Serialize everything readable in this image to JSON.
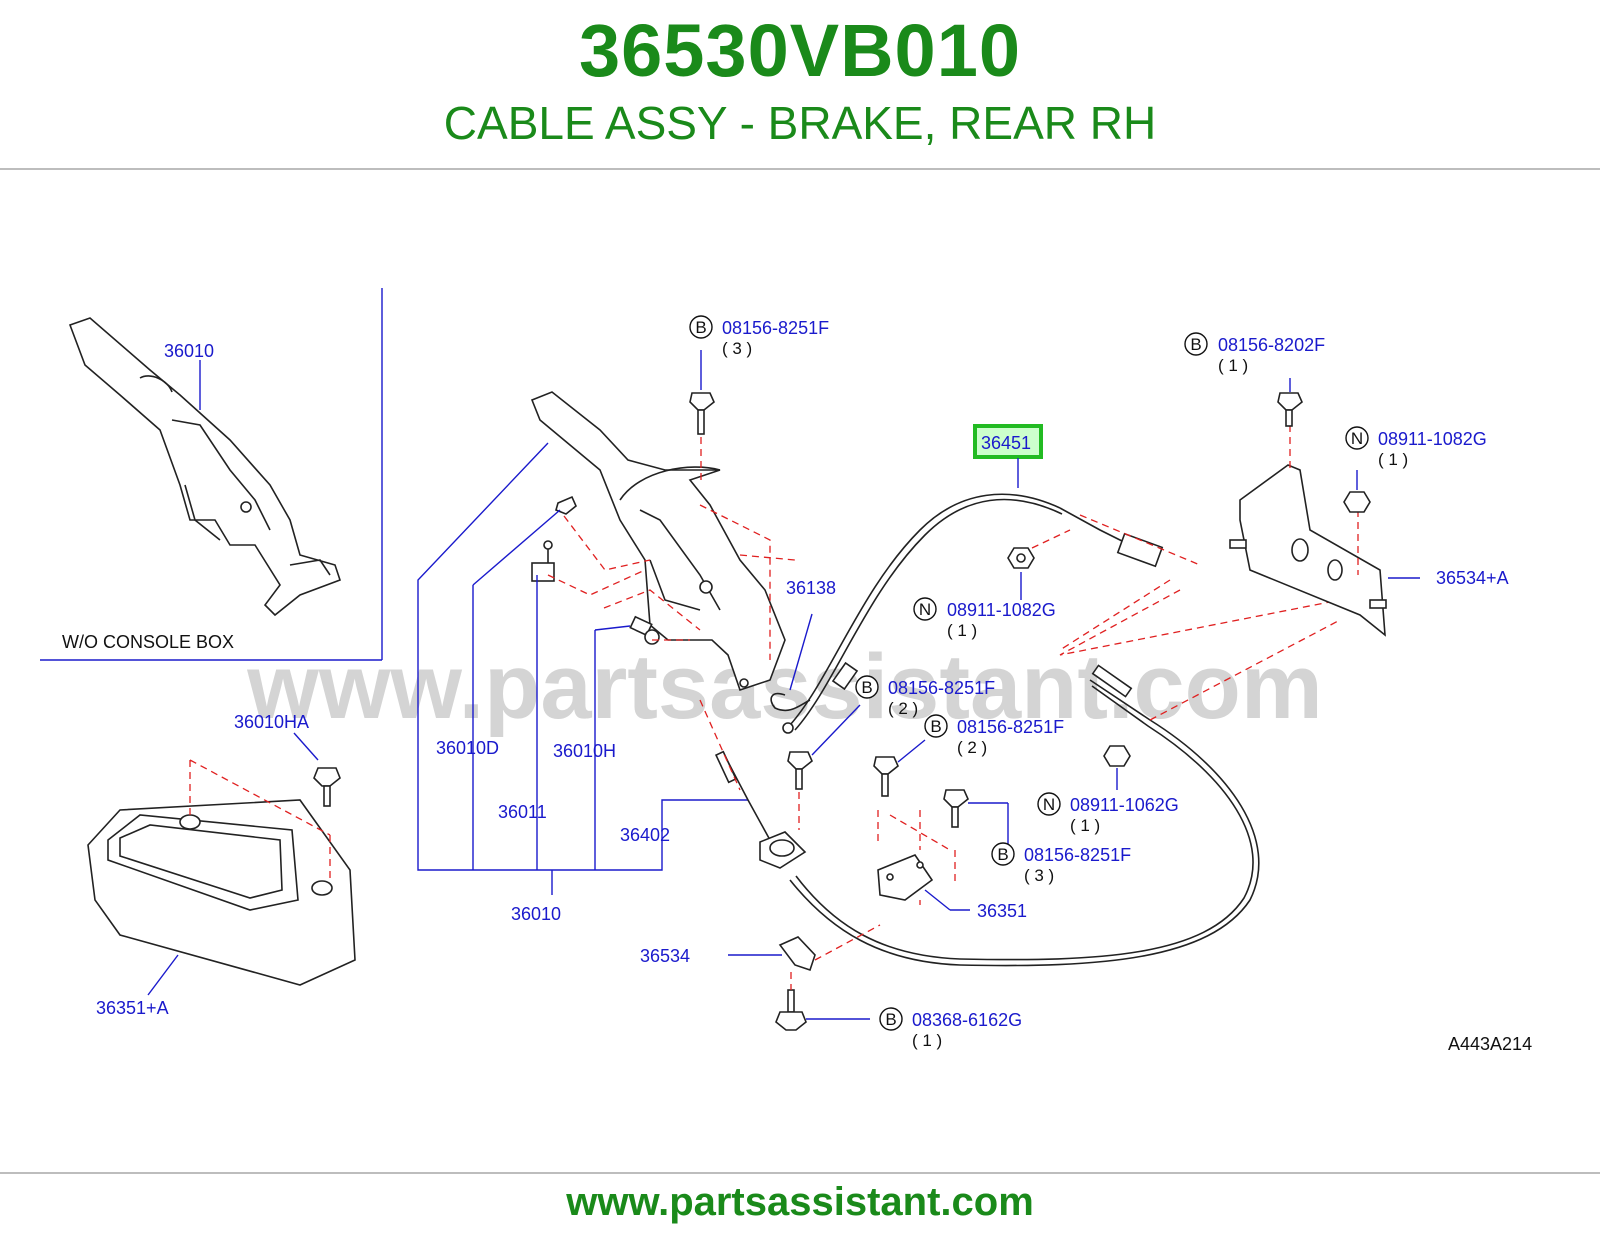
{
  "header": {
    "part_number": "36530VB010",
    "description": "CABLE ASSY - BRAKE, REAR RH"
  },
  "diagram": {
    "watermark": "www.partsassistant.com",
    "inset_caption": "W/O   CONSOLE   BOX",
    "code": "A443A214",
    "highlighted_part": "36451",
    "labels": {
      "p36010_inset": "36010",
      "p36010HA": "36010HA",
      "p36351A": "36351+A",
      "p36010D": "36010D",
      "p36011": "36011",
      "p36010H": "36010H",
      "p36010": "36010",
      "p36402": "36402",
      "p36138": "36138",
      "p36451": "36451",
      "p36534A": "36534+A",
      "p36351": "36351",
      "p36534": "36534"
    },
    "callouts": [
      {
        "prefix": "B",
        "part": "08156-8251F",
        "qty": "( 3 )"
      },
      {
        "prefix": "B",
        "part": "08156-8202F",
        "qty": "( 1 )"
      },
      {
        "prefix": "N",
        "part": "08911-1082G",
        "qty": "( 1 )"
      },
      {
        "prefix": "N",
        "part": "08911-1082G",
        "qty": "( 1 )"
      },
      {
        "prefix": "B",
        "part": "08156-8251F",
        "qty": "( 2 )"
      },
      {
        "prefix": "B",
        "part": "08156-8251F",
        "qty": "( 2 )"
      },
      {
        "prefix": "N",
        "part": "08911-1062G",
        "qty": "( 1 )"
      },
      {
        "prefix": "B",
        "part": "08156-8251F",
        "qty": "( 3 )"
      },
      {
        "prefix": "B",
        "part": "08368-6162G",
        "qty": "( 1 )"
      }
    ]
  },
  "footer": {
    "url": "www.partsassistant.com"
  }
}
